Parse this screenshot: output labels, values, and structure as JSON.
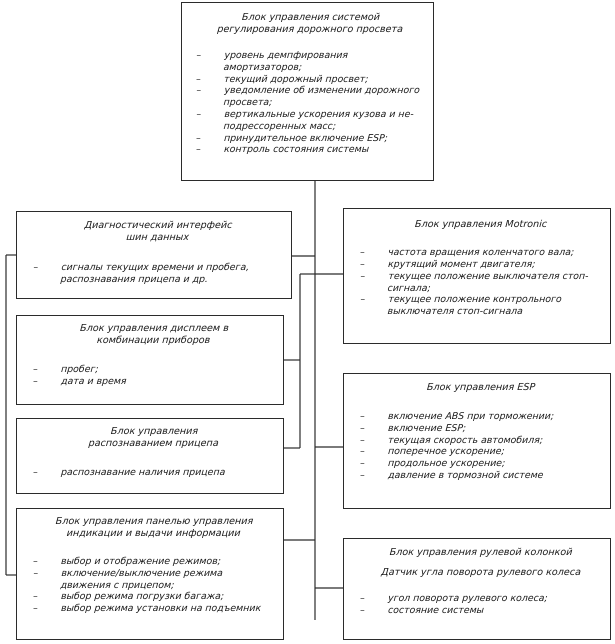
{
  "blocks": {
    "suspension": {
      "title": "Блок управления системой регулирования дорожного просвета",
      "items": [
        "уровень демпфирования амортизаторов;",
        "текущий дорожный просвет;",
        "уведомление об изменении дорожного просвета;",
        "вертикальные ускорения кузова и не-подрессоренных масс;",
        "принудительное включение ESP;",
        "контроль состояния системы"
      ]
    },
    "diagnostic": {
      "title": "Диагностический интерфейс шин данных",
      "items": [
        "сигналы текущих времени и пробега, распознавания прицепа и др."
      ]
    },
    "display": {
      "title": "Блок управления дисплеем в комбинации приборов",
      "items": [
        "пробег;",
        "дата и время"
      ]
    },
    "trailer": {
      "title": "Блок управления распознаванием прицепа",
      "items": [
        "распознавание наличия прицепа"
      ]
    },
    "panel": {
      "title": "Блок управления панелью управления индикации и выдачи информации",
      "items": [
        "выбор и отображение режимов;",
        "включение/выключение режима движения с прицепом;",
        "выбор режима погрузки багажа;",
        "выбор режима установки на подъемник"
      ]
    },
    "motronic": {
      "title": "Блок управления Motronic",
      "items": [
        "частота вращения коленчатого вала;",
        "крутящий момент двигателя;",
        "текущее положение выключателя стоп-сигнала;",
        "текущее положение контрольного выключателя стоп-сигнала"
      ]
    },
    "esp": {
      "title": "Блок управления ESP",
      "items": [
        "включение ABS при торможении;",
        "включение ESP;",
        "текущая скорость автомобиля;",
        "поперечное ускорение;",
        "продольное ускорение;",
        "давление в тормозной системе"
      ]
    },
    "steering": {
      "title": "Блок управления рулевой колонкой",
      "subtitle": "Датчик угла поворота рулевого колеса",
      "items": [
        "угол поворота рулевого колеса;",
        "состояние системы"
      ]
    }
  },
  "list_marker": "–"
}
